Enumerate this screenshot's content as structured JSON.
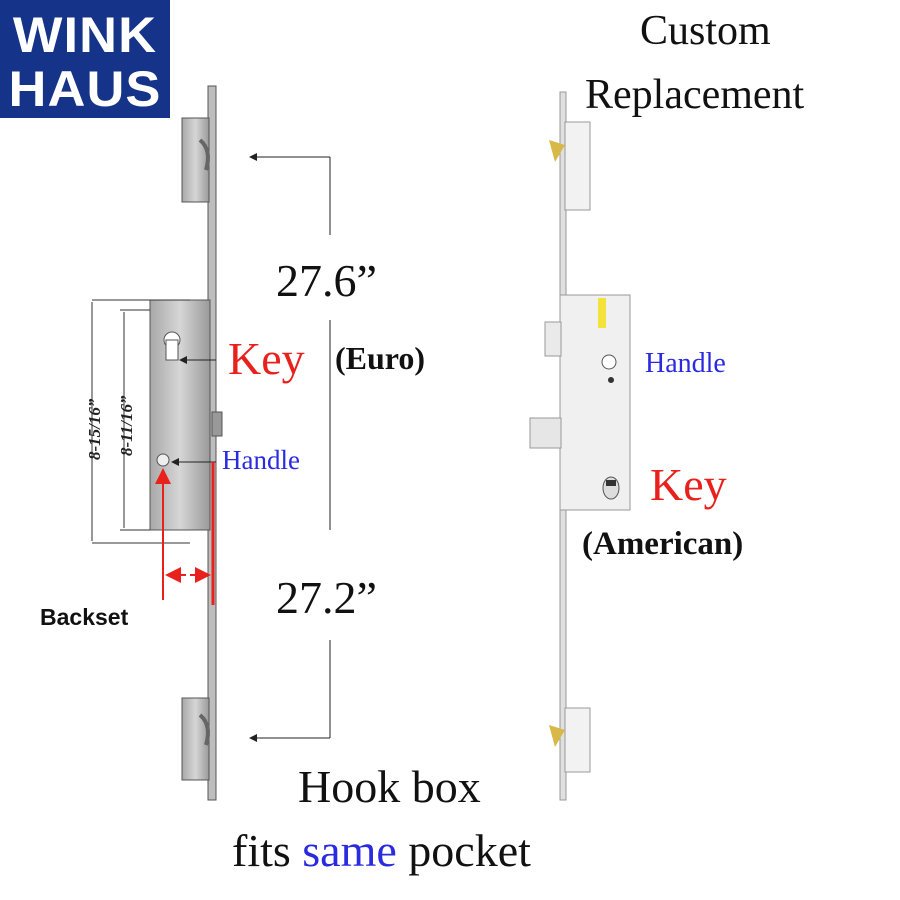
{
  "logo": {
    "line1": "WINK",
    "line2": "HAUS",
    "color": "#16338a"
  },
  "right_title": {
    "line1": "Custom",
    "line2": "Replacement"
  },
  "left_lock": {
    "top_dimension": "27.6”",
    "bottom_dimension": "27.2”",
    "key_label": "Key",
    "key_type": "(Euro)",
    "handle_label": "Handle",
    "body_height_outer": "8-15/16”",
    "body_height_inner": "8-11/16”",
    "backset_label": "Backset"
  },
  "right_lock": {
    "handle_label": "Handle",
    "key_label": "Key",
    "key_type": "(American)"
  },
  "caption": {
    "line1": "Hook box",
    "line2_pre": "fits",
    "line2_highlight": "same",
    "line2_post": "pocket"
  },
  "colors": {
    "key_red": "#e8211c",
    "handle_blue": "#2a2ae0",
    "same_blue": "#2a2ae0"
  }
}
